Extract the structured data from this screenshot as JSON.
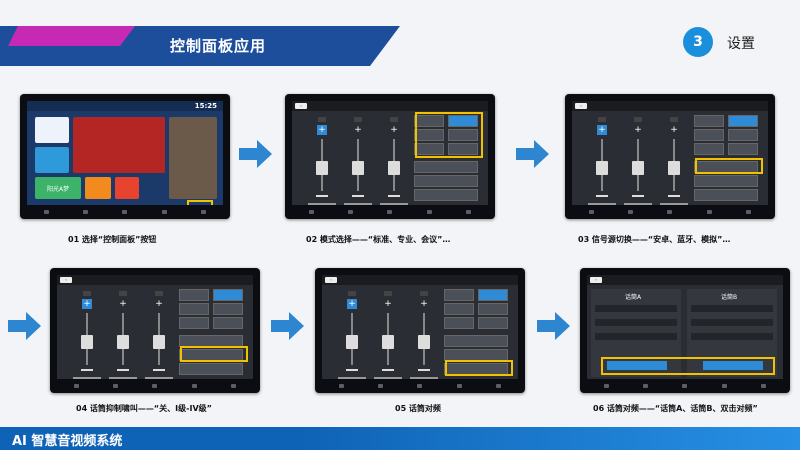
{
  "header": {
    "title": "控制面板应用",
    "step_number": "3",
    "step_label": "设置"
  },
  "steps": [
    {
      "caption": "01 选择“控制面板”按钮"
    },
    {
      "caption": "02 模式选择——“标准、专业、会议”…"
    },
    {
      "caption": "03 信号源切换——“安卓、蓝牙、模拟”…"
    },
    {
      "caption": "04 话筒抑制啸叫——“关、I级-IV级”"
    },
    {
      "caption": "05 话筒对频"
    },
    {
      "caption": "06 话筒对频——“话筒A、话筒B、双击对频”"
    }
  ],
  "tv_screen": {
    "clock": "15:25",
    "tile_label": "阳光A梦"
  },
  "mic_pair_screen": {
    "mic_a": "话筒A",
    "mic_b": "话筒B"
  },
  "footer": {
    "title": "AI  智慧音视频系统"
  },
  "colors": {
    "banner": "#1d4e9c",
    "accent_magenta": "#c62ab5",
    "highlight": "#f2c200",
    "footer": "#0f63b6"
  }
}
